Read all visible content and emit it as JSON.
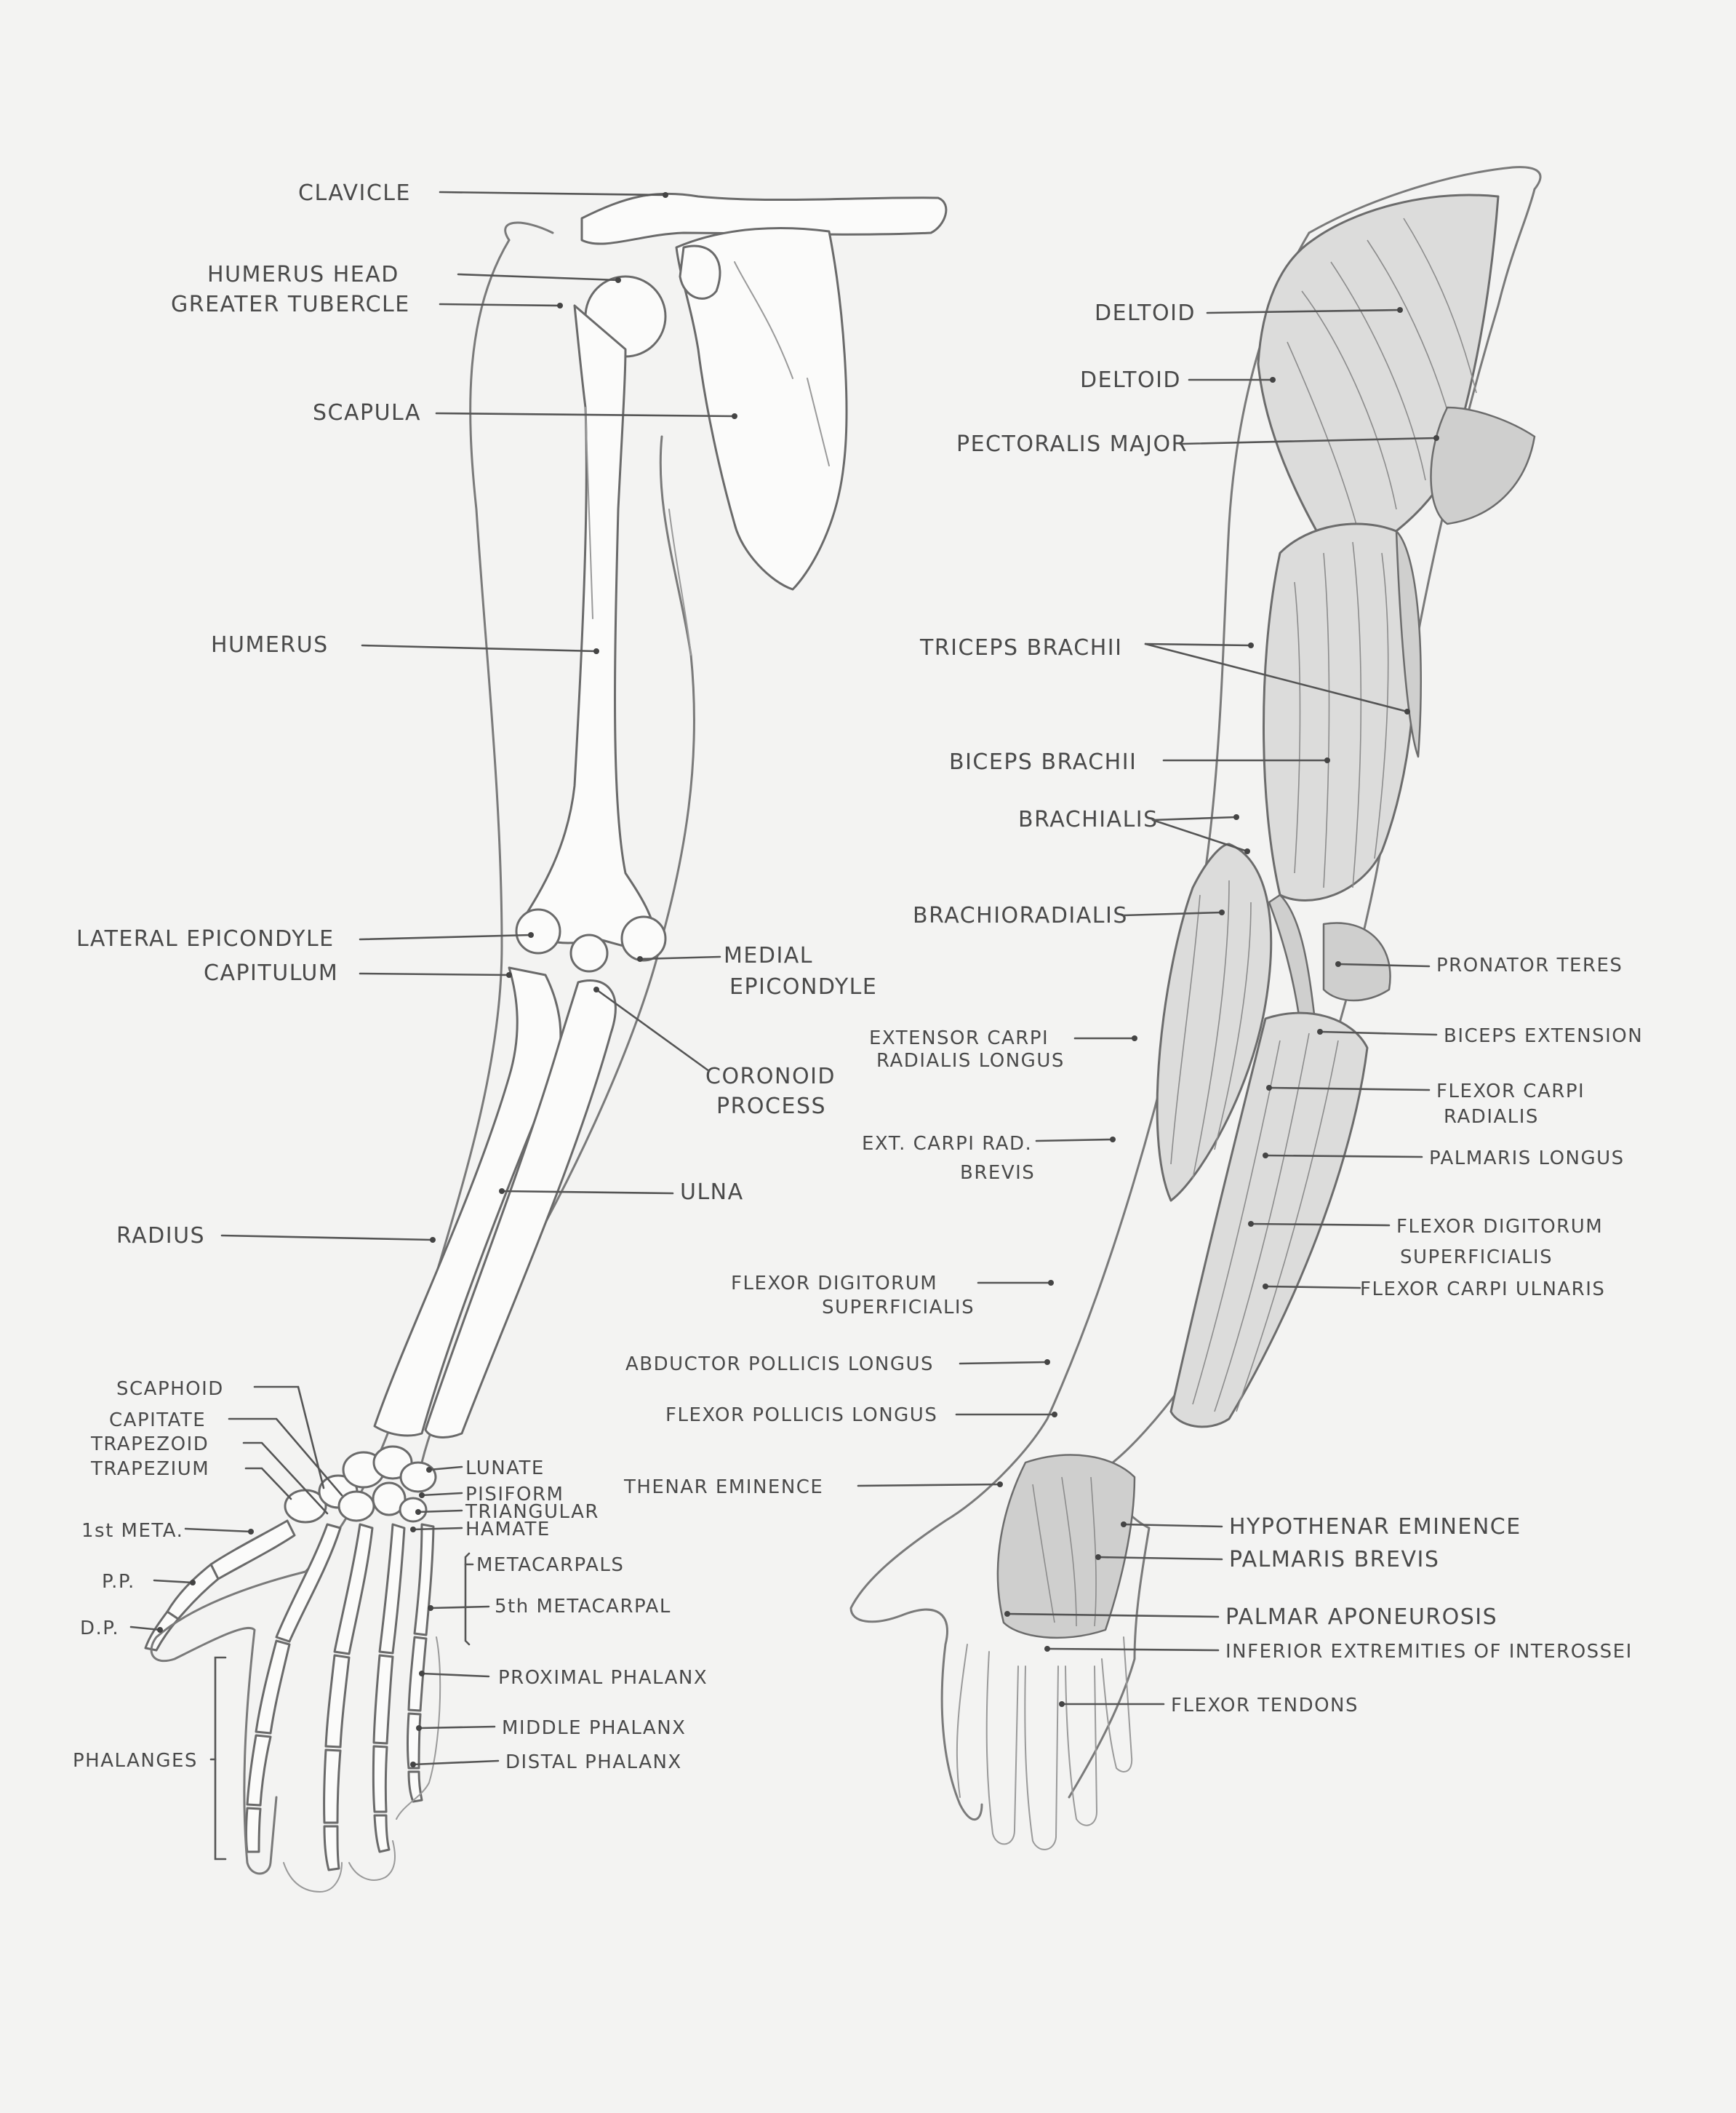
{
  "skeleton": {
    "clavicle": "CLAVICLE",
    "humerus_head": "HUMERUS HEAD",
    "greater_tubercle": "GREATER TUBERCLE",
    "scapula": "SCAPULA",
    "humerus": "HUMERUS",
    "lateral_epicondyle": "LATERAL EPICONDYLE",
    "capitulum": "CAPITULUM",
    "medial_epicondyle_1": "MEDIAL",
    "medial_epicondyle_2": "EPICONDYLE",
    "coronoid_1": "CORONOID",
    "coronoid_2": "PROCESS",
    "ulna": "ULNA",
    "radius": "RADIUS",
    "scaphoid": "SCAPHOID",
    "capitate": "CAPITATE",
    "trapezoid": "TRAPEZOID",
    "trapezium": "TRAPEZIUM",
    "first_meta": "1st META.",
    "pp": "P.P.",
    "dp": "D.P.",
    "lunate": "LUNATE",
    "pisiform": "PISIFORM",
    "triangular": "TRIANGULAR",
    "hamate": "HAMATE",
    "metacarpals": "METACARPALS",
    "fifth_metacarpal": "5th METACARPAL",
    "proximal_phalanx": "PROXIMAL PHALANX",
    "middle_phalanx": "MIDDLE PHALANX",
    "distal_phalanx": "DISTAL PHALANX",
    "phalanges": "PHALANGES"
  },
  "muscles": {
    "deltoid_1": "DELTOID",
    "deltoid_2": "DELTOID",
    "pectoralis_major": "PECTORALIS MAJOR",
    "triceps_brachii": "TRICEPS BRACHII",
    "biceps_brachii": "BICEPS BRACHII",
    "brachialis": "BRACHIALIS",
    "brachioradialis": "BRACHIORADIALIS",
    "pronator_teres": "PRONATOR TERES",
    "biceps_extension": "BICEPS EXTENSION",
    "ecrl_1": "EXTENSOR CARPI",
    "ecrl_2": "RADIALIS LONGUS",
    "fcr_1": "FLEXOR CARPI",
    "fcr_2": "RADIALIS",
    "ecrb_1": "EXT. CARPI RAD.",
    "ecrb_2": "BREVIS",
    "palmaris_longus": "PALMARIS LONGUS",
    "fds_right_1": "FLEXOR DIGITORUM",
    "fds_right_2": "SUPERFICIALIS",
    "fds_left_1": "FLEXOR DIGITORUM",
    "fds_left_2": "SUPERFICIALIS",
    "fcu": "FLEXOR CARPI ULNARIS",
    "apl": "ABDUCTOR POLLICIS LONGUS",
    "fpl": "FLEXOR POLLICIS LONGUS",
    "thenar": "THENAR EMINENCE",
    "hypothenar": "HYPOTHENAR EMINENCE",
    "palmaris_brevis": "PALMARIS BREVIS",
    "palmar_aponeurosis": "PALMAR APONEUROSIS",
    "interossei": "INFERIOR EXTREMITIES OF INTEROSSEI",
    "flexor_tendons": "FLEXOR TENDONS"
  }
}
